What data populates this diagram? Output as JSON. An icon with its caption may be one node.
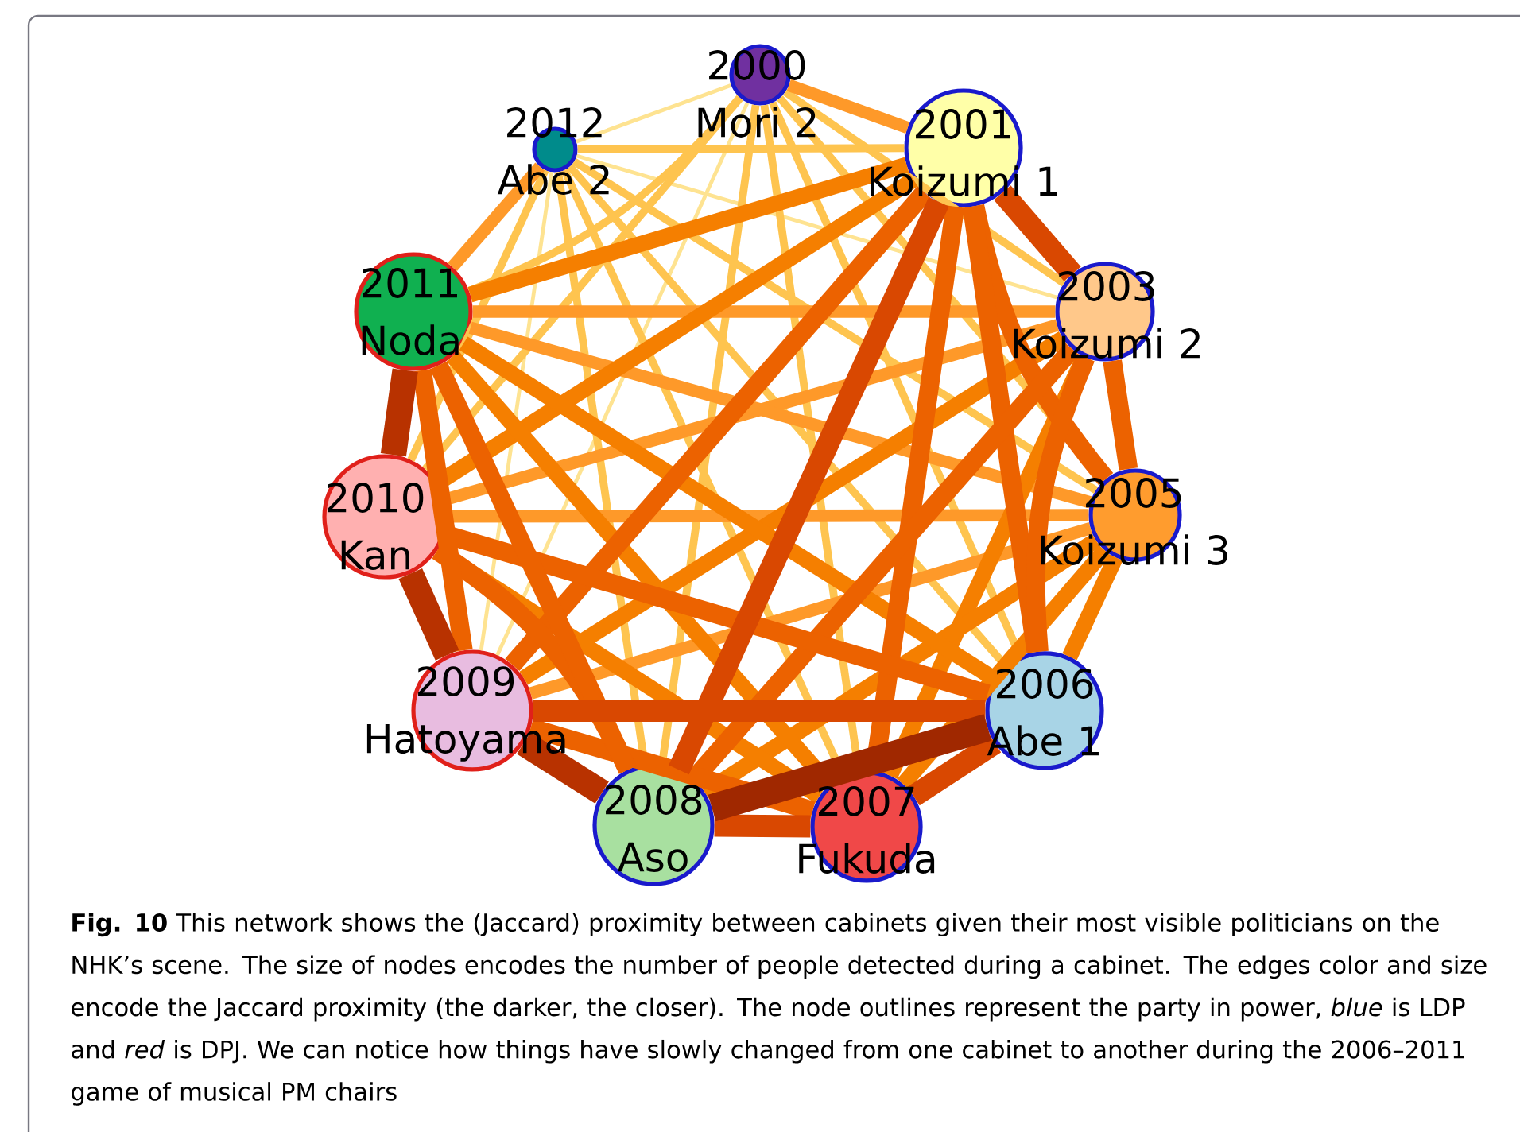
{
  "diagram": {
    "caption": "**Fig. 10** This network shows the (Jaccard) proximity between cabinets given their most visible politicians on the NHK’s scene. The size of nodes encodes the number of people detected during a cabinet. The edges color and size encode the Jaccard proximity (the darker, the closer). The node outlines represent the party in power, *blue* is LDP and *red* is DPJ. We can notice how things have slowly changed from one cabinet to another during the 2006–2011 game of musical PM chairs",
    "nodes": [
      {
        "text": [
          "2000 Mori 2"
        ]
      },
      {
        "text": [
          "2001 Koizumi 1"
        ]
      },
      {
        "text": [
          "2003 Koizumi 2"
        ]
      },
      {
        "text": [
          "2005 Koizumi 3"
        ]
      },
      {
        "text": [
          "2006 Abe 1"
        ]
      },
      {
        "text": [
          "2007 Fukuda"
        ]
      },
      {
        "text": [
          "2008 Aso"
        ]
      },
      {
        "text": [
          "2009 Hatoyama"
        ]
      },
      {
        "text": [
          "2010 Kan"
        ]
      },
      {
        "text": [
          "2011 Noda"
        ]
      },
      {
        "text": [
          "2012 Abe 2"
        ]
      }
    ],
    "edges": [
      {
        "from": 10,
        "to": 0,
        "arrow": "none",
        "color": "#fee391"
      },
      {
        "from": 10,
        "to": 1,
        "arrow": "none",
        "color": "#fec44f"
      },
      {
        "from": 10,
        "to": 2,
        "arrow": "none",
        "color": "#fee391"
      },
      {
        "from": 10,
        "to": 3,
        "arrow": "none",
        "color": "#fec44f"
      },
      {
        "from": 10,
        "to": 4,
        "arrow": "none",
        "color": "#fec44f"
      },
      {
        "from": 10,
        "to": 5,
        "arrow": "none",
        "color": "#fec44f"
      },
      {
        "from": 10,
        "to": 6,
        "arrow": "none",
        "color": "#fec44f"
      },
      {
        "from": 10,
        "to": 7,
        "arrow": "none",
        "color": "#fee391"
      },
      {
        "from": 10,
        "to": 8,
        "arrow": "none",
        "color": "#fec44f"
      },
      {
        "from": 10,
        "to": 9,
        "arrow": "none",
        "color": "#fe9929"
      },
      {
        "from": 0,
        "to": 1,
        "arrow": "none",
        "color": "#fe9929"
      },
      {
        "from": 0,
        "to": 2,
        "arrow": "none",
        "color": "#fec44f"
      },
      {
        "from": 0,
        "to": 3,
        "arrow": "none",
        "color": "#fec44f"
      },
      {
        "from": 0,
        "to": 4,
        "arrow": "none",
        "color": "#fec44f"
      },
      {
        "from": 0,
        "to": 5,
        "arrow": "none",
        "color": "#fec44f"
      },
      {
        "from": 0,
        "to": 6,
        "arrow": "none",
        "color": "#fec44f"
      },
      {
        "from": 0,
        "to": 7,
        "arrow": "none",
        "color": "#fee391"
      },
      {
        "from": 0,
        "to": 8,
        "arrow": "none",
        "color": "#fec44f"
      },
      {
        "from": 0,
        "to": 9,
        "arrow": "none",
        "color": "#fec44f"
      },
      {
        "from": 1,
        "to": 2,
        "arrow": "none",
        "color": "#d94801"
      },
      {
        "from": 1,
        "to": 3,
        "arrow": "none",
        "color": "#ec6200"
      },
      {
        "from": 1,
        "to": 4,
        "arrow": "none",
        "color": "#ec6200"
      },
      {
        "from": 1,
        "to": 5,
        "arrow": "none",
        "color": "#ec6200"
      },
      {
        "from": 1,
        "to": 6,
        "arrow": "none",
        "color": "#d94801"
      },
      {
        "from": 1,
        "to": 7,
        "arrow": "none",
        "color": "#ec6200"
      },
      {
        "from": 1,
        "to": 8,
        "arrow": "none",
        "color": "#f57f00"
      },
      {
        "from": 1,
        "to": 9,
        "arrow": "none",
        "color": "#f57f00"
      },
      {
        "from": 2,
        "to": 3,
        "arrow": "none",
        "color": "#ec6200"
      },
      {
        "from": 2,
        "to": 4,
        "arrow": "none",
        "color": "#ec6200"
      },
      {
        "from": 2,
        "to": 5,
        "arrow": "none",
        "color": "#f57f00"
      },
      {
        "from": 2,
        "to": 6,
        "arrow": "none",
        "color": "#ec6200"
      },
      {
        "from": 2,
        "to": 7,
        "arrow": "none",
        "color": "#f57f00"
      },
      {
        "from": 2,
        "to": 8,
        "arrow": "none",
        "color": "#fe9929"
      },
      {
        "from": 2,
        "to": 9,
        "arrow": "none",
        "color": "#fe9929"
      },
      {
        "from": 3,
        "to": 4,
        "arrow": "none",
        "color": "#f57f00"
      },
      {
        "from": 3,
        "to": 5,
        "arrow": "none",
        "color": "#f57f00"
      },
      {
        "from": 3,
        "to": 6,
        "arrow": "none",
        "color": "#f57f00"
      },
      {
        "from": 3,
        "to": 7,
        "arrow": "none",
        "color": "#fe9929"
      },
      {
        "from": 3,
        "to": 8,
        "arrow": "none",
        "color": "#fe9929"
      },
      {
        "from": 3,
        "to": 9,
        "arrow": "none",
        "color": "#fe9929"
      },
      {
        "from": 4,
        "to": 5,
        "arrow": "none",
        "color": "#d94801"
      },
      {
        "from": 4,
        "to": 6,
        "arrow": "none",
        "color": "#a02800"
      },
      {
        "from": 4,
        "to": 7,
        "arrow": "none",
        "color": "#d94801"
      },
      {
        "from": 4,
        "to": 8,
        "arrow": "none",
        "color": "#ec6200"
      },
      {
        "from": 4,
        "to": 9,
        "arrow": "none",
        "color": "#f57f00"
      },
      {
        "from": 5,
        "to": 6,
        "arrow": "none",
        "color": "#d94801"
      },
      {
        "from": 5,
        "to": 7,
        "arrow": "none",
        "color": "#ec6200"
      },
      {
        "from": 5,
        "to": 8,
        "arrow": "none",
        "color": "#f57f00"
      },
      {
        "from": 5,
        "to": 9,
        "arrow": "none",
        "color": "#f57f00"
      },
      {
        "from": 6,
        "to": 7,
        "arrow": "none",
        "color": "#b83200"
      },
      {
        "from": 6,
        "to": 8,
        "arrow": "none",
        "color": "#ec6200"
      },
      {
        "from": 6,
        "to": 9,
        "arrow": "none",
        "color": "#ec6200"
      },
      {
        "from": 7,
        "to": 8,
        "arrow": "none",
        "color": "#b83200"
      },
      {
        "from": 7,
        "to": 9,
        "arrow": "none",
        "color": "#ec6200"
      },
      {
        "from": 8,
        "to": 9,
        "arrow": "none",
        "color": "#b83200"
      }
    ]
  }
}
